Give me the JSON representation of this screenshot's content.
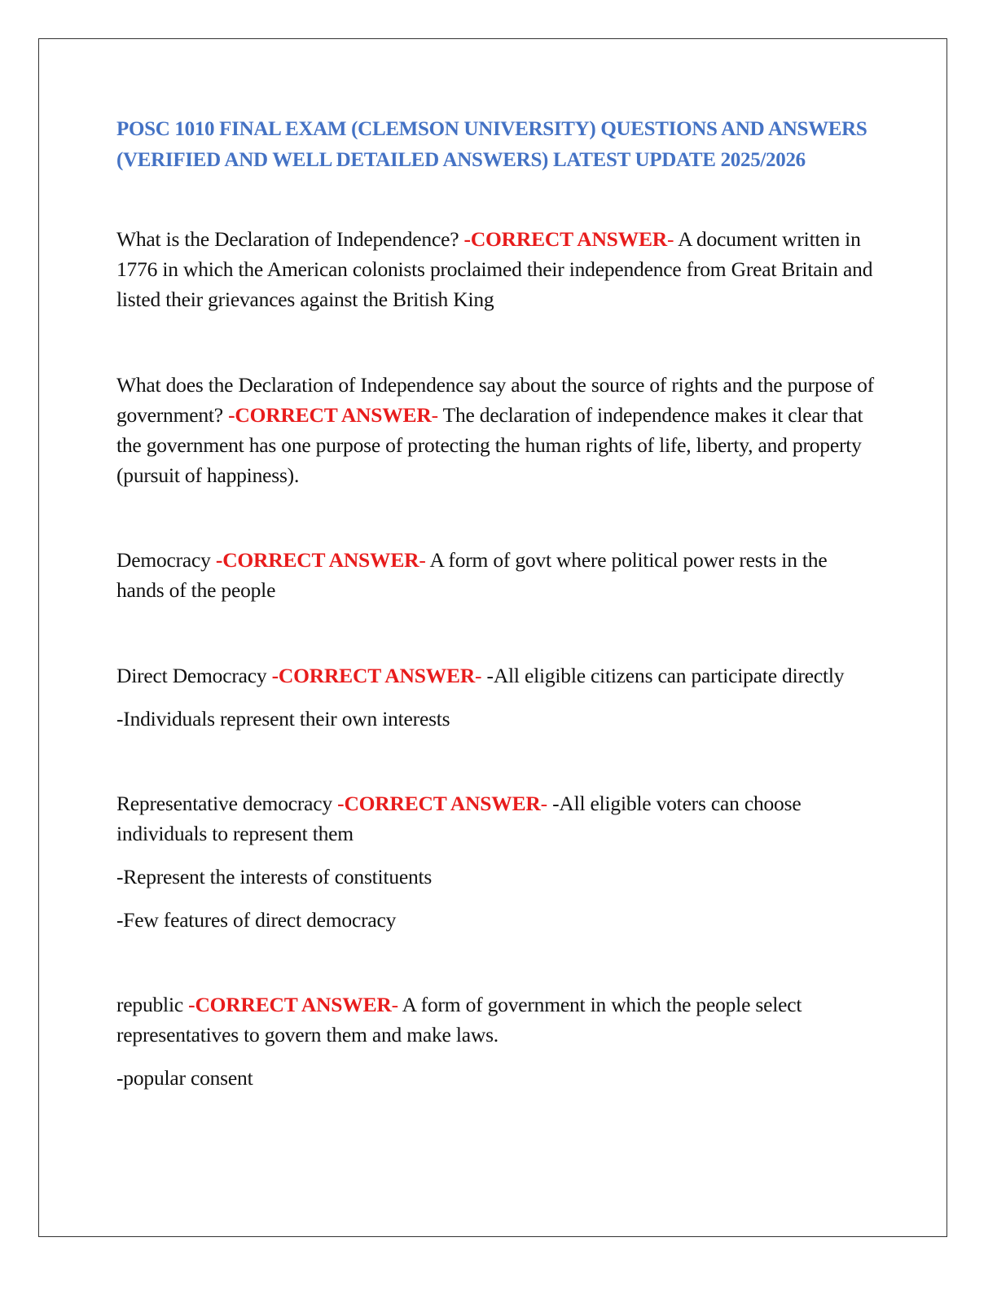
{
  "document": {
    "title": "POSC 1010 FINAL EXAM (CLEMSON UNIVERSITY) QUESTIONS AND ANSWERS (VERIFIED AND WELL DETAILED ANSWERS) LATEST UPDATE 2025/2026",
    "marker": {
      "lead_dash": "-",
      "label": "CORRECT ANSWER",
      "trail_dash": "-"
    },
    "items": [
      {
        "question": "What is the Declaration of Independence?",
        "answer": "A document written in 1776 in which the American colonists proclaimed their independence from Great Britain and listed their grievances against the British King",
        "extras": []
      },
      {
        "question": "What does the Declaration of Independence say about the source of rights and the purpose of government?",
        "answer": "The declaration of independence makes it clear that the government has one purpose of protecting the human rights of life, liberty, and property (pursuit of happiness).",
        "extras": []
      },
      {
        "question": "Democracy",
        "answer": "A form of govt where political power rests in the hands of the people",
        "extras": []
      },
      {
        "question": "Direct Democracy",
        "answer": "-All eligible citizens can participate directly",
        "extras": [
          "-Individuals represent their own interests"
        ]
      },
      {
        "question": "Representative democracy",
        "answer": "-All eligible voters can choose individuals to represent them",
        "extras": [
          "-Represent the interests of constituents",
          "-Few features of direct democracy"
        ]
      },
      {
        "question": "republic",
        "answer": "A form of government in which the people select representatives to govern them and make laws.",
        "extras": [
          "-popular consent"
        ]
      }
    ]
  },
  "colors": {
    "title": "#4472c4",
    "marker": "#e81c1c",
    "text": "#111111",
    "frame": "#333333"
  }
}
